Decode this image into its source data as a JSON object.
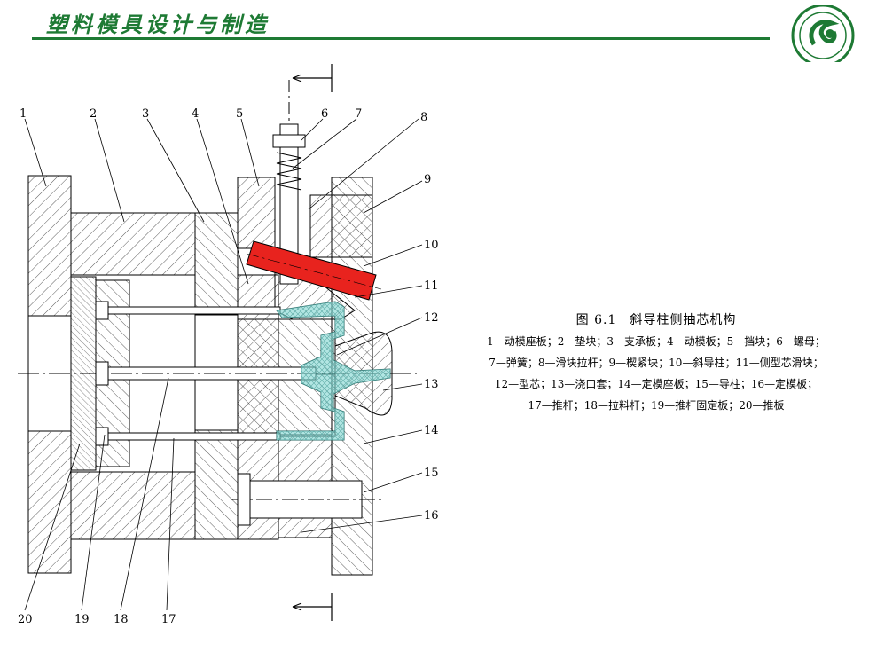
{
  "header": {
    "title": "塑料模具设计与制造",
    "accent_color": "#1e7a34",
    "logo_icon": "university-emblem-icon"
  },
  "caption": {
    "title": "图 6.1　斜导柱侧抽芯机构",
    "lines": [
      "1—动模座板；2—垫块；3—支承板；4—动模板；5—挡块；6—螺母；",
      "7—弹簧；8—滑块拉杆；9—楔紧块；10—斜导柱；11—侧型芯滑块；",
      "12—型芯；13—浇口套；14—定模座板；15—导柱；16—定模板；",
      "17—推杆；18—拉料杆；19—推杆固定板；20—推板"
    ]
  },
  "diagram": {
    "highlight_colors": {
      "angle_pin": "#e8231e",
      "cavity": "#7fd6d0"
    },
    "labels": [
      "1",
      "2",
      "3",
      "4",
      "5",
      "6",
      "7",
      "8",
      "9",
      "10",
      "11",
      "12",
      "13",
      "14",
      "15",
      "16",
      "17",
      "18",
      "19",
      "20"
    ]
  }
}
